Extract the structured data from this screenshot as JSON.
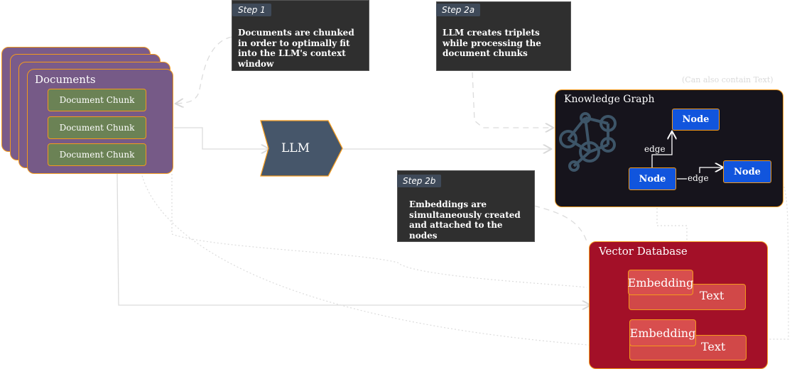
{
  "documents": {
    "title": "Documents",
    "chunks": [
      "Document Chunk",
      "Document Chunk",
      "Document Chunk"
    ]
  },
  "steps": {
    "step1": {
      "tag": "Step 1",
      "text": "Documents are chunked in order to optimally fit into the LLM's context window"
    },
    "step2a": {
      "tag": "Step 2a",
      "text": "LLM creates triplets while processing the document chunks"
    },
    "step2b": {
      "tag": "Step 2b",
      "text": "Embeddings are simultaneously created and attached to the nodes"
    }
  },
  "llm": {
    "label": "LLM"
  },
  "knowledge_graph": {
    "title": "Knowledge Graph",
    "note": "(Can also contain Text)",
    "nodes": [
      "Node",
      "Node",
      "Node"
    ],
    "edges": [
      "edge",
      "edge"
    ]
  },
  "vector_db": {
    "title": "Vector Database",
    "rows": [
      {
        "embedding": "Embedding",
        "text": "Text"
      },
      {
        "embedding": "Embedding",
        "text": "Text"
      }
    ]
  },
  "colors": {
    "documents": "#765a87",
    "chunk": "#6b8255",
    "llm": "#46566a",
    "knowledge_graph": "#16141c",
    "node": "#1155dd",
    "vector_db": "#a31028",
    "embedding": "#d84e4e",
    "outline": "#f39a1c"
  }
}
